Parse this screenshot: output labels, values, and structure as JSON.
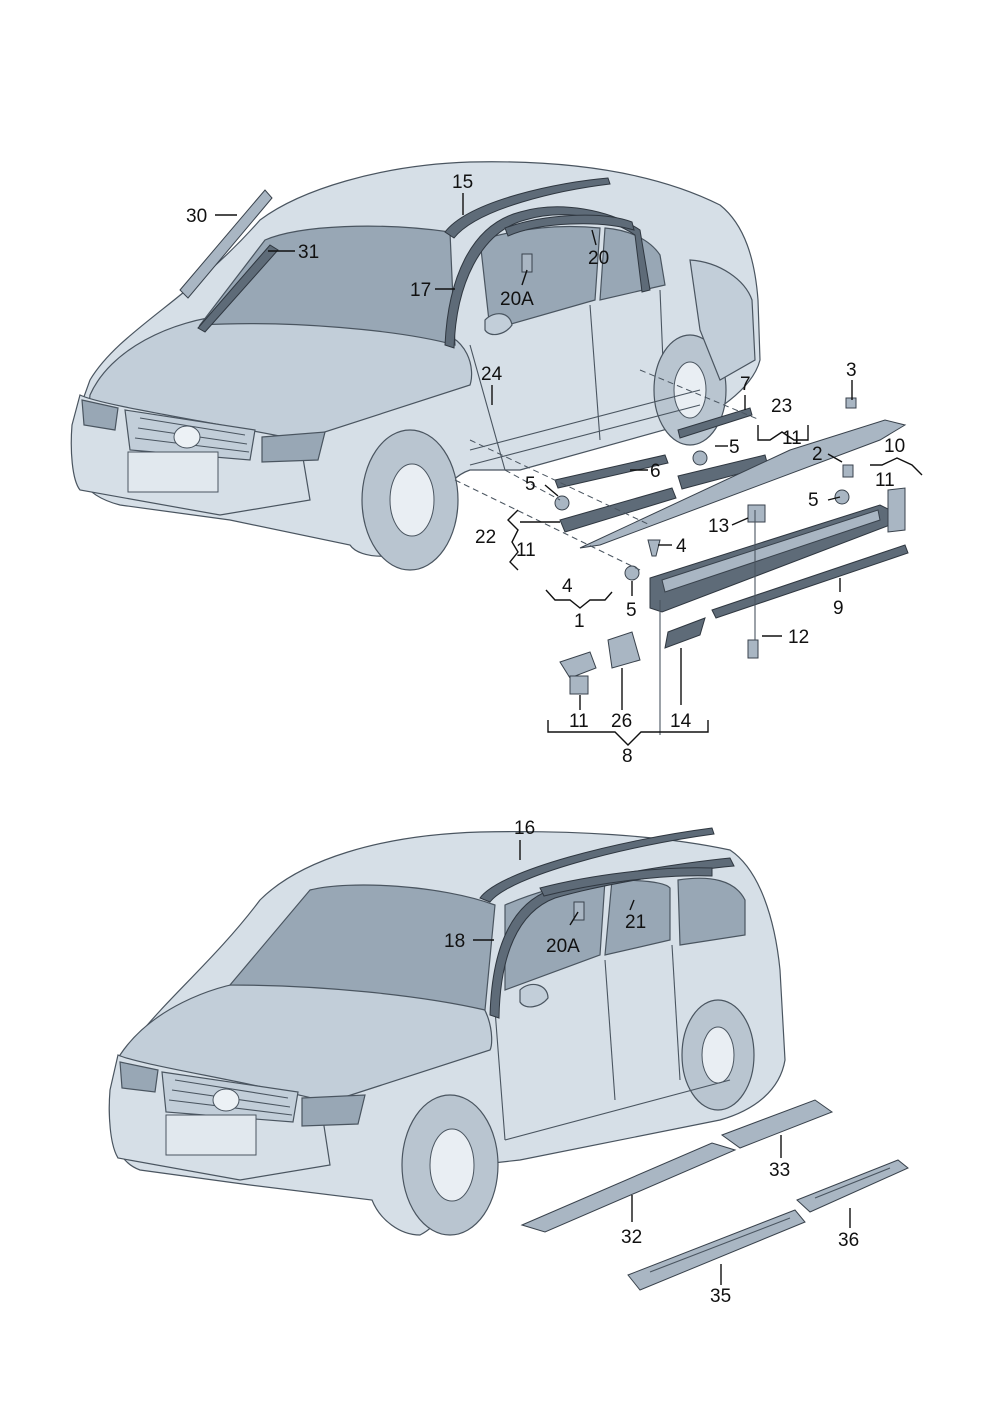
{
  "callouts": {
    "c1": "1",
    "c2": "2",
    "c3": "3",
    "c4a": "4",
    "c4b": "4",
    "c5a": "5",
    "c5b": "5",
    "c5c": "5",
    "c5d": "5",
    "c6": "6",
    "c7": "7",
    "c8": "8",
    "c9": "9",
    "c10": "10",
    "c11a": "11",
    "c11b": "11",
    "c11c": "11",
    "c11d": "11",
    "c12": "12",
    "c13": "13",
    "c14": "14",
    "c15": "15",
    "c16": "16",
    "c17": "17",
    "c18": "18",
    "c20": "20",
    "c20a_top": "20A",
    "c20a_bottom": "20A",
    "c21": "21",
    "c22": "22",
    "c23": "23",
    "c24": "24",
    "c26": "26",
    "c30": "30",
    "c31": "31",
    "c32": "32",
    "c33": "33",
    "c35": "35",
    "c36": "36"
  },
  "colors": {
    "body": "#d6dfe7",
    "glass": "#98a7b5",
    "trim": "#5e6b78",
    "outline": "#4a5560",
    "text": "#111111"
  }
}
